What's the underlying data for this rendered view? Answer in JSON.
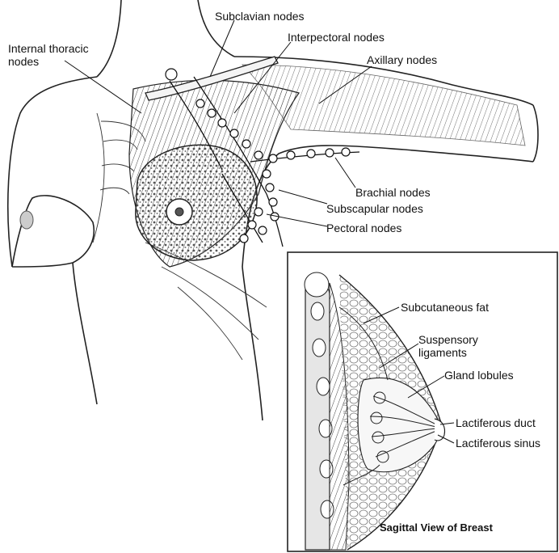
{
  "main_labels": {
    "internal_thoracic_line1": "Internal thoracic",
    "internal_thoracic_line2": "nodes",
    "subclavian": "Subclavian nodes",
    "interpectoral": "Interpectoral nodes",
    "axillary": "Axillary nodes",
    "brachial": "Brachial nodes",
    "subscapular": "Subscapular nodes",
    "pectoral": "Pectoral nodes"
  },
  "inset": {
    "title": "Sagittal View of Breast",
    "labels": {
      "subcutaneous_fat": "Subcutaneous fat",
      "suspensory_line1": "Suspensory",
      "suspensory_line2": "ligaments",
      "gland_lobules": "Gland lobules",
      "lactiferous_duct": "Lactiferous duct",
      "lactiferous_sinus": "Lactiferous sinus"
    }
  }
}
